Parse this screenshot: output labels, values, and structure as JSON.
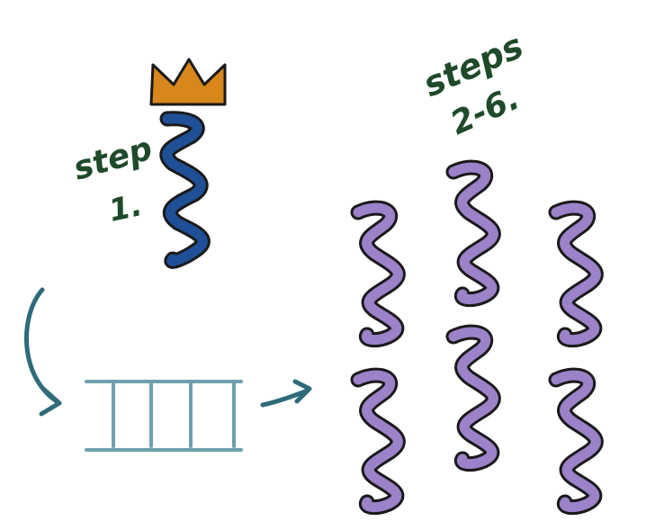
{
  "labels": {
    "step1_word": "step",
    "step1_num": "1.",
    "steps_word": "steps",
    "steps_range": "2-6."
  },
  "colors": {
    "text": "#1f4a2a",
    "crown": "#d8871c",
    "step1_coil": "#1f4f97",
    "copies_coil": "#9b82c9",
    "arrow": "#2e6b7b",
    "ladder": "#6fa0ad",
    "outline": "#1a1a1a"
  },
  "icons": {
    "crown": "crown-icon",
    "template": "ladder-icon"
  },
  "diagram": {
    "step1_coil_count": 1,
    "copy_coil_count": 6
  }
}
